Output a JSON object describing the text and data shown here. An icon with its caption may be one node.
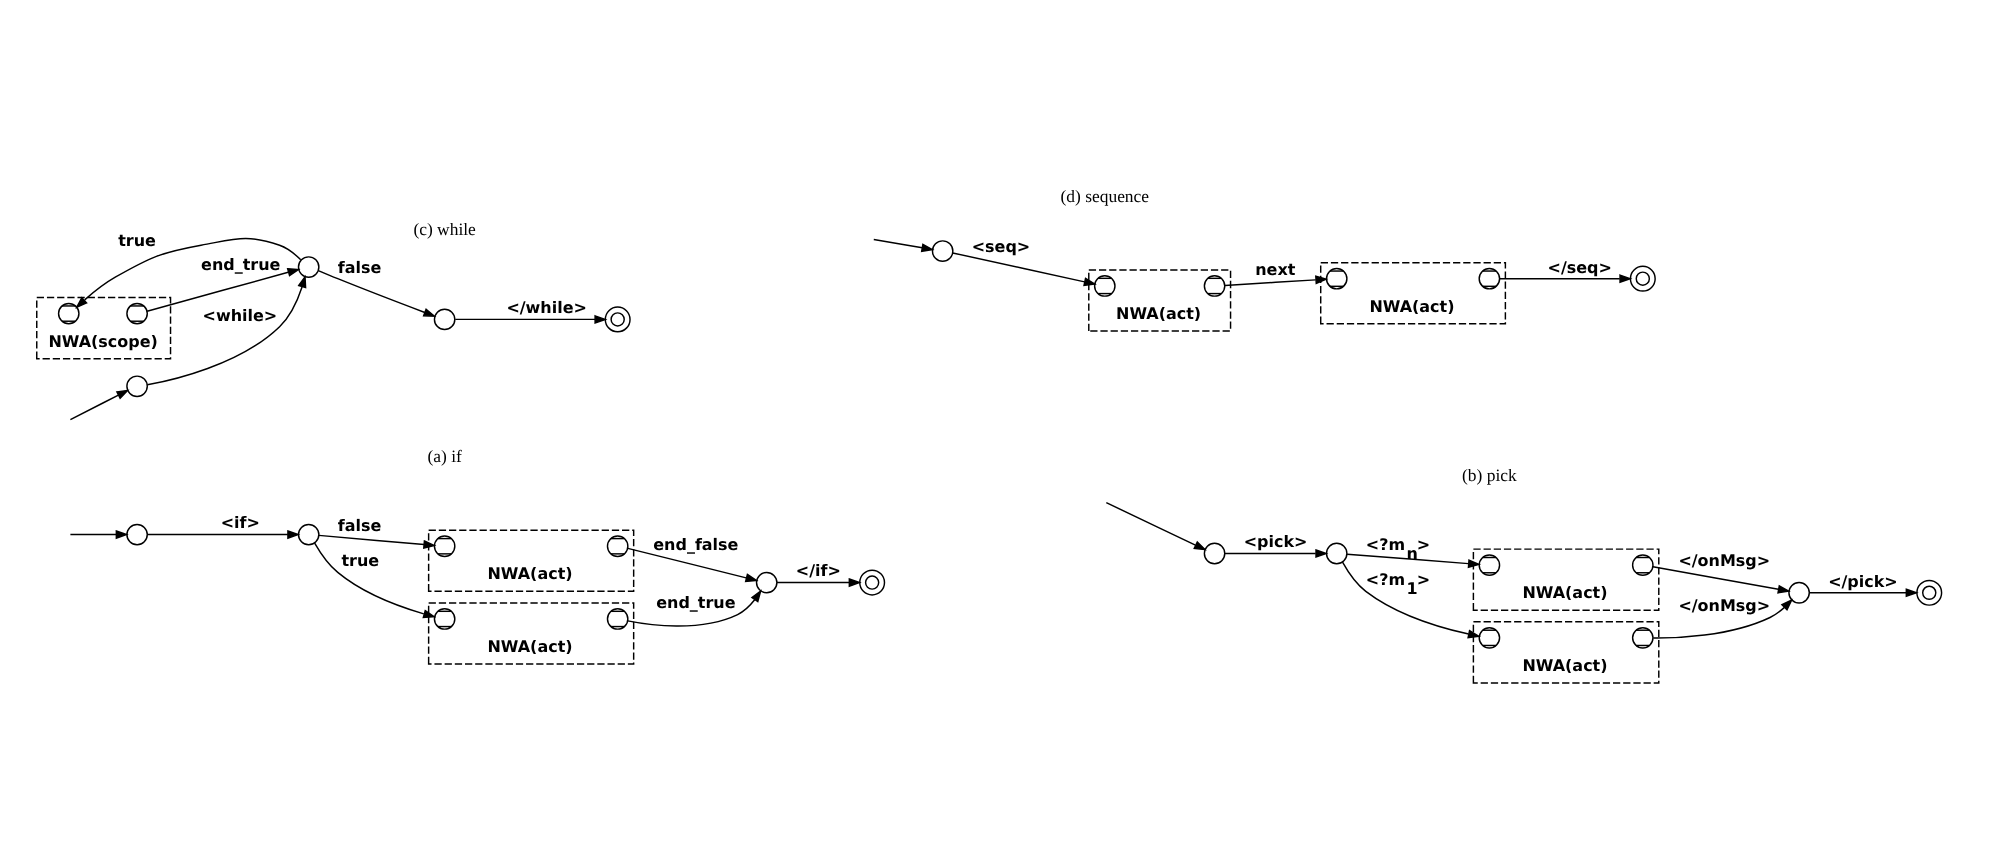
{
  "diagram": {
    "nodes": [
      {
        "text": [],
        "shape": "circle"
      },
      {
        "text": [],
        "shape": "circle"
      },
      {
        "text": [
          "NWA(act)"
        ]
      },
      {
        "text": [],
        "shape": "circle",
        "in": 2
      },
      {
        "text": [],
        "shape": "circle",
        "in": 2
      },
      {
        "text": [
          "NWA(act)"
        ]
      },
      {
        "text": [],
        "shape": "circle",
        "in": 5
      },
      {
        "text": [],
        "shape": "circle",
        "in": 5
      },
      {
        "text": [],
        "shape": "circle"
      },
      {
        "text": [],
        "shape": "circle"
      },
      {
        "text": [],
        "shape": "circle"
      },
      {
        "text": [],
        "shape": "circle"
      },
      {
        "text": [
          "NWA(act)"
        ]
      },
      {
        "text": [],
        "shape": "circle",
        "in": 12
      },
      {
        "text": [],
        "shape": "circle",
        "in": 12
      },
      {
        "text": [
          "NWA(act)"
        ]
      },
      {
        "text": [],
        "shape": "circle",
        "in": 15
      },
      {
        "text": [],
        "shape": "circle",
        "in": 15
      },
      {
        "text": [],
        "shape": "circle"
      },
      {
        "text": [],
        "shape": "circle"
      },
      {
        "text": [],
        "shape": "circle"
      },
      {
        "text": [],
        "shape": "circle"
      },
      {
        "text": [],
        "shape": "circle"
      },
      {
        "text": [],
        "shape": "circle"
      },
      {
        "text": [
          "NWA(scope)"
        ]
      },
      {
        "text": [],
        "shape": "circle",
        "in": 24
      },
      {
        "text": [],
        "shape": "circle",
        "in": 24
      },
      {
        "text": [],
        "shape": "circle"
      },
      {
        "text": [
          "NWA(act)"
        ]
      },
      {
        "text": [],
        "shape": "circle",
        "in": 28
      },
      {
        "text": [],
        "shape": "circle",
        "in": 28
      },
      {
        "text": [
          "NWA(act)"
        ]
      },
      {
        "text": [],
        "shape": "circle",
        "in": 31
      },
      {
        "text": [],
        "shape": "circle",
        "in": 31
      },
      {
        "text": [],
        "shape": "circle"
      }
    ],
    "edges": [
      {
        "from": null,
        "to": 0,
        "arrow": "to"
      },
      {
        "from": 0,
        "to": 1,
        "arrow": "to",
        "label": "<if>"
      },
      {
        "from": 1,
        "to": 3,
        "arrow": "to",
        "label": "true"
      },
      {
        "from": 1,
        "to": 6,
        "arrow": "to",
        "label": "false"
      },
      {
        "from": 4,
        "to": 8,
        "arrow": "to",
        "label": "end_true"
      },
      {
        "from": 7,
        "to": 8,
        "arrow": "to",
        "label": "end_false"
      },
      {
        "from": 8,
        "to": 9,
        "arrow": "to",
        "label": "</if>"
      },
      {
        "from": null,
        "to": 10,
        "arrow": "to"
      },
      {
        "from": 10,
        "to": 11,
        "arrow": "to",
        "label": "<pick>"
      },
      {
        "from": 11,
        "to": 13,
        "arrow": "to",
        "label": "<?m$_{1}$>"
      },
      {
        "from": 11,
        "to": 16,
        "arrow": "to",
        "label": "<?m$_{n}$>"
      },
      {
        "from": 14,
        "to": 18,
        "arrow": "to",
        "label": "</onMsg>"
      },
      {
        "from": 17,
        "to": 18,
        "arrow": "to",
        "label": "</onMsg>"
      },
      {
        "from": 18,
        "to": 19,
        "arrow": "to",
        "label": "</pick>"
      },
      {
        "from": null,
        "to": 20,
        "arrow": "to"
      },
      {
        "from": 20,
        "to": 21,
        "arrow": "to",
        "label": "<while>"
      },
      {
        "from": 21,
        "to": 22,
        "arrow": "to",
        "label": "false"
      },
      {
        "from": 22,
        "to": 23,
        "arrow": "to",
        "label": "</while>"
      },
      {
        "from": 21,
        "to": 25,
        "arrow": "to",
        "label": "true"
      },
      {
        "from": 26,
        "to": 21,
        "arrow": "to",
        "label": "end_true"
      },
      {
        "from": null,
        "to": 27,
        "arrow": "to"
      },
      {
        "from": 27,
        "to": 29,
        "arrow": "to",
        "label": "<seq>"
      },
      {
        "from": 30,
        "to": 32,
        "arrow": "to",
        "label": "next"
      },
      {
        "from": 33,
        "to": 34,
        "arrow": "to",
        "label": "</seq>"
      }
    ],
    "labels": [
      "(a) if",
      "(b) pick",
      "(c) while",
      "(d) sequence"
    ]
  }
}
